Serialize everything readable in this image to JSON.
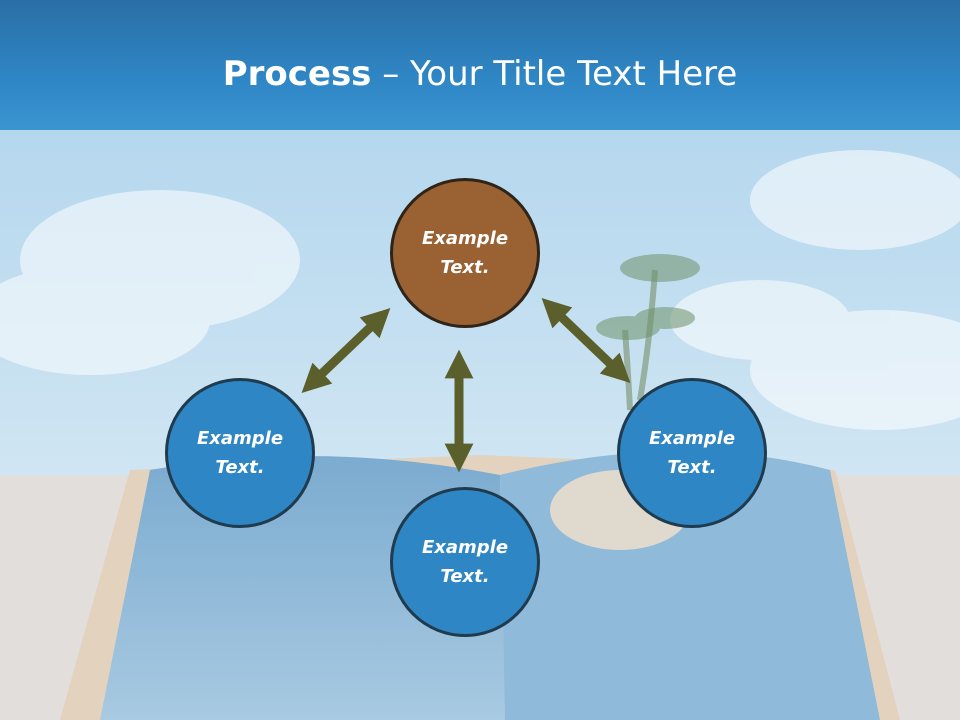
{
  "title": {
    "bold": "Process",
    "rest": " – Your Title Text Here"
  },
  "colors": {
    "header": "#2e86c4",
    "node_top": "#9a6132",
    "node_blue": "#2e86c4",
    "node_border": "#1f3b4d",
    "arrow": "#5b5f2b"
  },
  "nodes": {
    "top": "Example Text.",
    "left": "Example Text.",
    "right": "Example Text.",
    "bottom": "Example Text."
  }
}
